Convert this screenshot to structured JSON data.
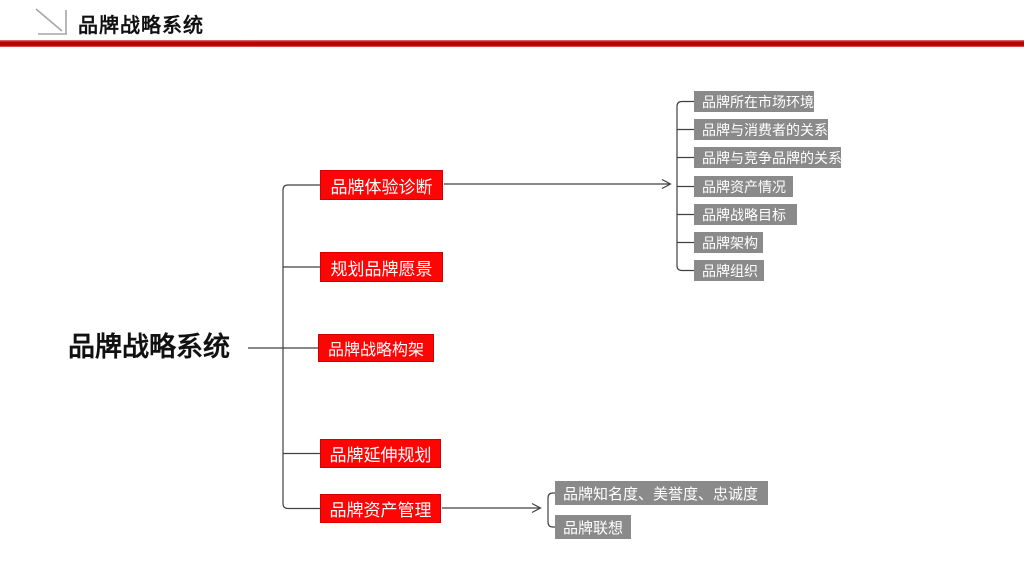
{
  "header": {
    "title": "品牌战略系统"
  },
  "diagram": {
    "root": {
      "label": "品牌战略系统"
    },
    "branches": [
      {
        "label": "品牌体验诊断",
        "children": [
          "品牌所在市场环境",
          "品牌与消费者的关系",
          "品牌与竞争品牌的关系",
          "品牌资产情况",
          "品牌战略目标",
          "品牌架构",
          "品牌组织"
        ]
      },
      {
        "label": "规划品牌愿景",
        "children": []
      },
      {
        "label": "品牌战略构架",
        "children": []
      },
      {
        "label": "品牌延伸规划",
        "children": []
      },
      {
        "label": "品牌资产管理",
        "children": [
          "品牌知名度、美誉度、忠诚度",
          "品牌联想"
        ]
      }
    ]
  },
  "colors": {
    "node_red": "#FE0505",
    "header_bar_red": "#C00000",
    "node_gray": "#8A8A8A",
    "connector_line": "#404040",
    "header_icon_gray": "#A6A6A6"
  }
}
